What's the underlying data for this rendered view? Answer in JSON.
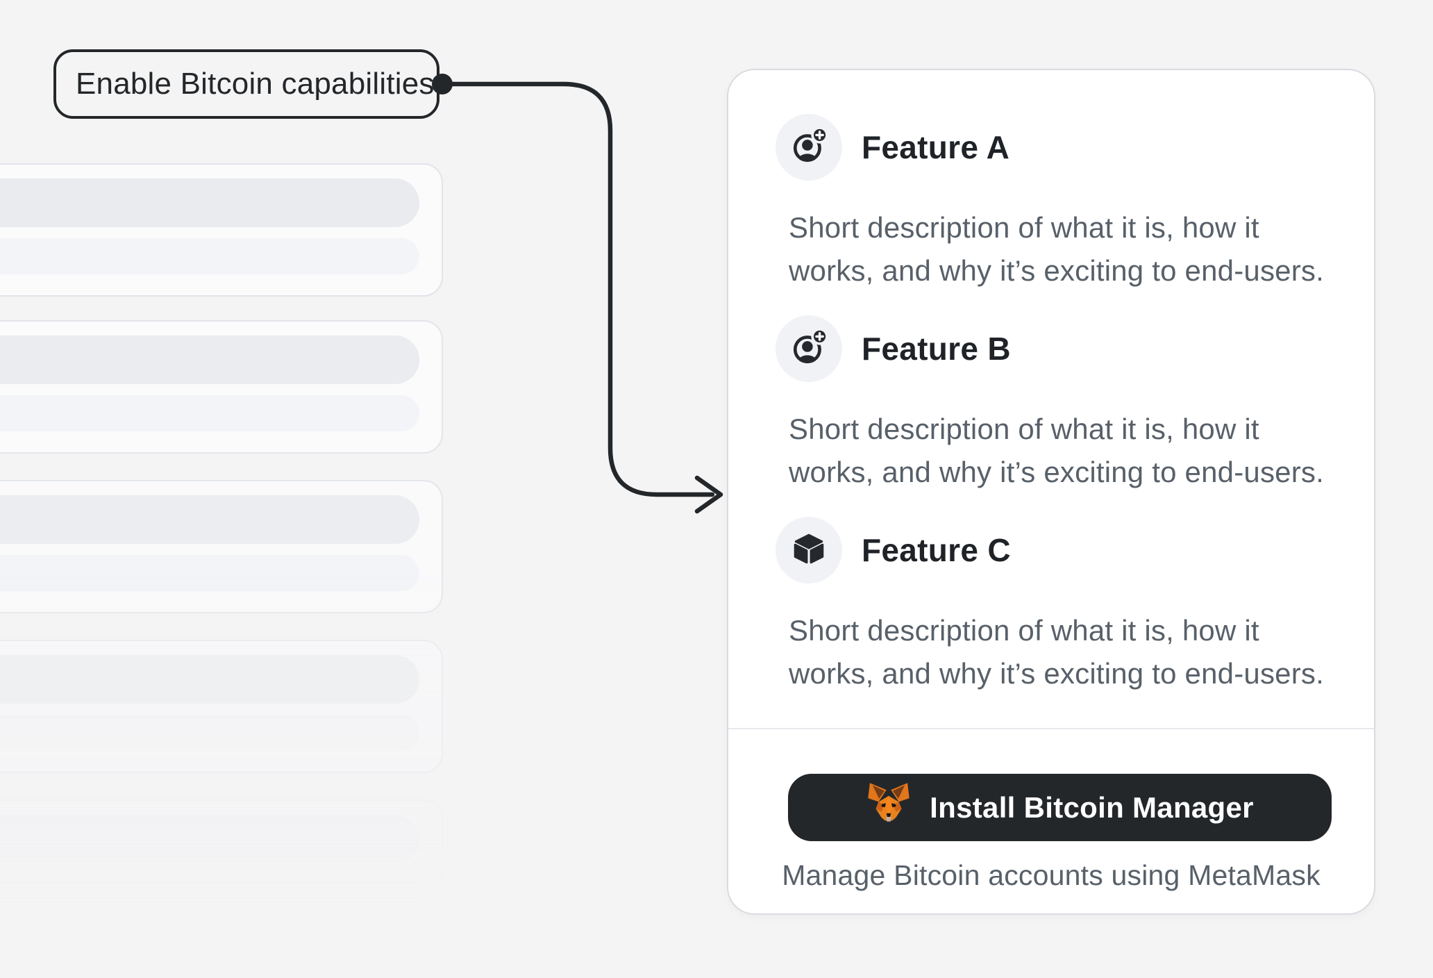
{
  "annotation": {
    "label": "Enable Bitcoin capabilities"
  },
  "panel": {
    "features": [
      {
        "title": "Feature A",
        "icon": "user-add-icon",
        "description": "Short description of what it is, how it works, and why it’s exciting to end-users."
      },
      {
        "title": "Feature B",
        "icon": "user-add-icon",
        "description": "Short description of what it is, how it works, and why it’s exciting to end-users."
      },
      {
        "title": "Feature C",
        "icon": "cube-icon",
        "description": "Short description of what it is, how it works, and why it’s exciting to end-users."
      }
    ],
    "cta": {
      "button_label": "Install Bitcoin Manager",
      "button_icon": "metamask-fox-icon",
      "caption": "Manage Bitcoin accounts using MetaMask"
    }
  },
  "skeleton": {
    "card_count": 5
  },
  "colors": {
    "page_background": "#f4f4f5",
    "dark": "#24272a",
    "body_text": "#586069",
    "card_border": "#d8dbe0",
    "icon_circle_background": "#f1f2f5",
    "skeleton_bar_dark": "#e9ebef",
    "skeleton_bar_light": "#f3f4f7",
    "fox_orange": "#e8821e"
  }
}
